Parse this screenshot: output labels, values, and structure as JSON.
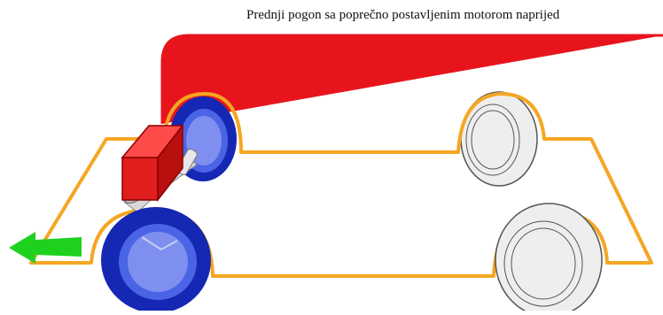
{
  "diagram": {
    "caption": "Prednji pogon sa poprečno postavljenim motorom naprijed",
    "colors": {
      "pointer_line": "#e8141c",
      "body_outline": "#f5a623",
      "arrow": "#1fd11f",
      "engine": "#e01e1e",
      "drive_wheel": "#1428b4",
      "drive_wheel_inner": "#4a64e6",
      "rear_wheel": "#eeeeee",
      "rear_wheel_stroke": "#555555",
      "shaft": "#cfcfcf"
    },
    "elements": {
      "drive_wheels": "front-wheels-driven",
      "engine": "transverse-engine",
      "direction": "forward-arrow-left"
    }
  }
}
